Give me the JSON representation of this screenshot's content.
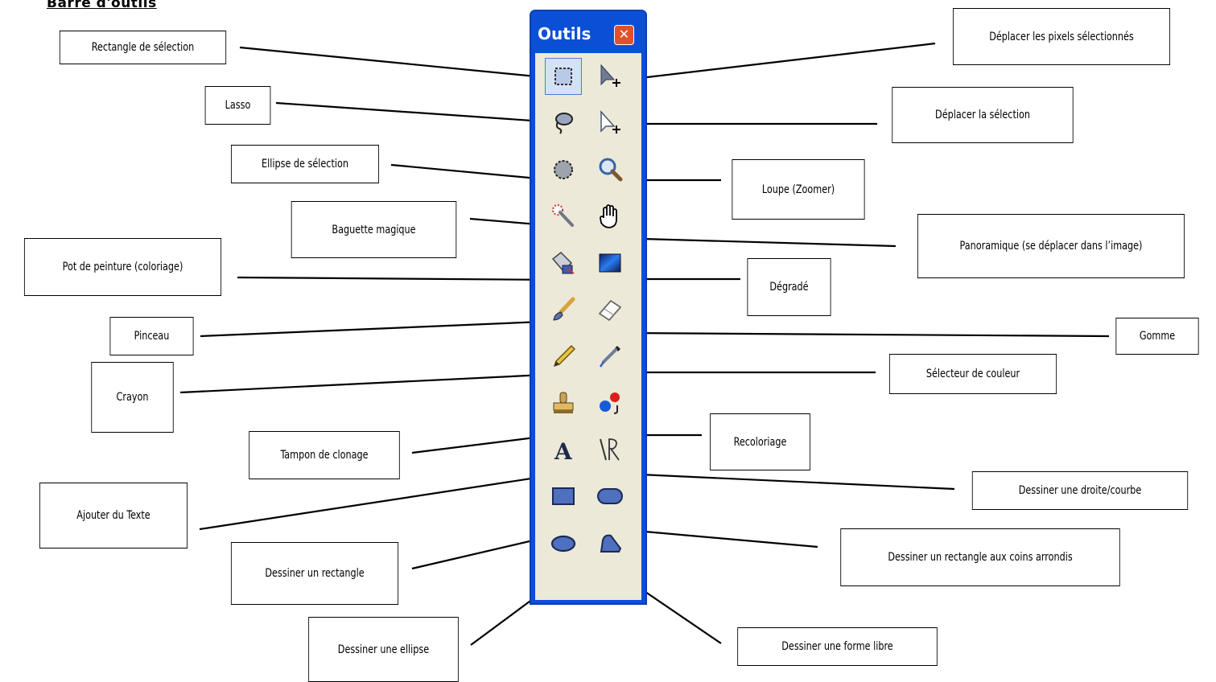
{
  "page": {
    "title": "Barre d'outils"
  },
  "toolbox": {
    "title": "Outils",
    "close_glyph": "✕"
  },
  "labels": {
    "rect_select": "Rectangle de sélection",
    "lasso": "Lasso",
    "ellipse_select": "Ellipse de sélection",
    "magic_wand": "Baguette magique",
    "paint_bucket": "Pot de peinture (coloriage)",
    "brush": "Pinceau",
    "pencil": "Crayon",
    "clone_stamp": "Tampon de clonage",
    "text": "Ajouter du Texte",
    "draw_rect": "Dessiner un rectangle",
    "draw_ellipse": "Dessiner une ellipse",
    "move_pixels": "Déplacer les pixels sélectionnés",
    "move_selection": "Déplacer la sélection",
    "zoom": "Loupe (Zoomer)",
    "pan": "Panoramique (se déplacer dans l’image)",
    "gradient": "Dégradé",
    "eraser": "Gomme",
    "color_picker": "Sélecteur de couleur",
    "recolor": "Recoloriage",
    "line_curve": "Dessiner une droite/courbe",
    "rounded_rect": "Dessiner un rectangle aux coins arrondis",
    "freeform": "Dessiner une forme libre"
  },
  "tools": [
    {
      "icon": "rectangle-select-icon"
    },
    {
      "icon": "move-pixels-icon"
    },
    {
      "icon": "lasso-icon"
    },
    {
      "icon": "move-selection-icon"
    },
    {
      "icon": "ellipse-select-icon"
    },
    {
      "icon": "zoom-icon"
    },
    {
      "icon": "magic-wand-icon"
    },
    {
      "icon": "pan-hand-icon"
    },
    {
      "icon": "paint-bucket-icon"
    },
    {
      "icon": "gradient-icon"
    },
    {
      "icon": "paintbrush-icon"
    },
    {
      "icon": "eraser-icon"
    },
    {
      "icon": "pencil-icon"
    },
    {
      "icon": "color-picker-icon"
    },
    {
      "icon": "clone-stamp-icon"
    },
    {
      "icon": "recolor-icon"
    },
    {
      "icon": "text-icon"
    },
    {
      "icon": "line-curve-icon"
    },
    {
      "icon": "rectangle-shape-icon"
    },
    {
      "icon": "rounded-rectangle-icon"
    },
    {
      "icon": "ellipse-shape-icon"
    },
    {
      "icon": "freeform-shape-icon"
    }
  ],
  "colors": {
    "toolbox_frame": "#0b4fd6",
    "toolbox_body": "#ece9d8",
    "close_button": "#e0502a",
    "shape_fill": "#4f6fbf"
  }
}
